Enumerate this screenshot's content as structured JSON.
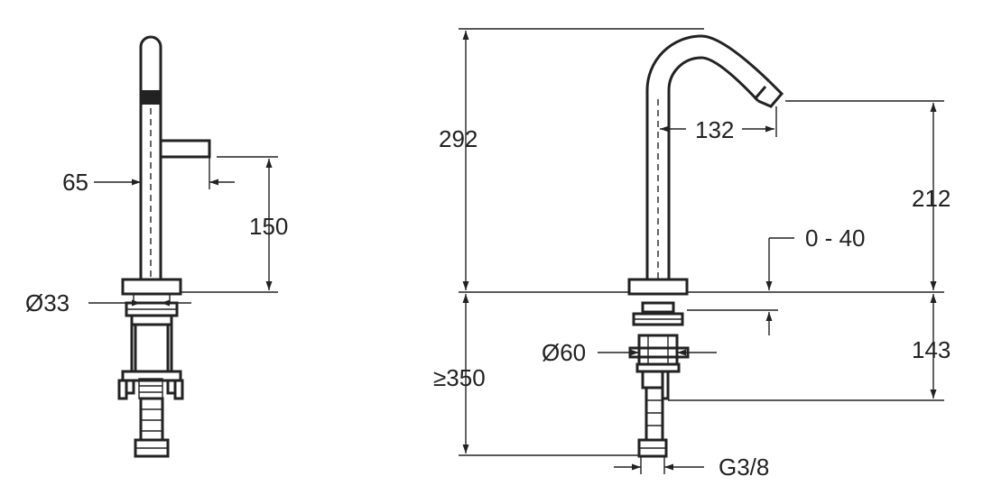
{
  "dimensions": {
    "left_view": {
      "spout_offset": "65",
      "lever_height": "150",
      "base_diameter": "Ø33"
    },
    "right_view": {
      "total_height": "292",
      "spout_reach": "132",
      "outlet_height": "212",
      "deck_thickness": "0 - 40",
      "flange_diameter": "Ø60",
      "below_deck_length": "143",
      "min_hose_length": "≥350",
      "connection_thread": "G3/8"
    }
  },
  "colors": {
    "line": "#222222",
    "background": "#ffffff"
  }
}
